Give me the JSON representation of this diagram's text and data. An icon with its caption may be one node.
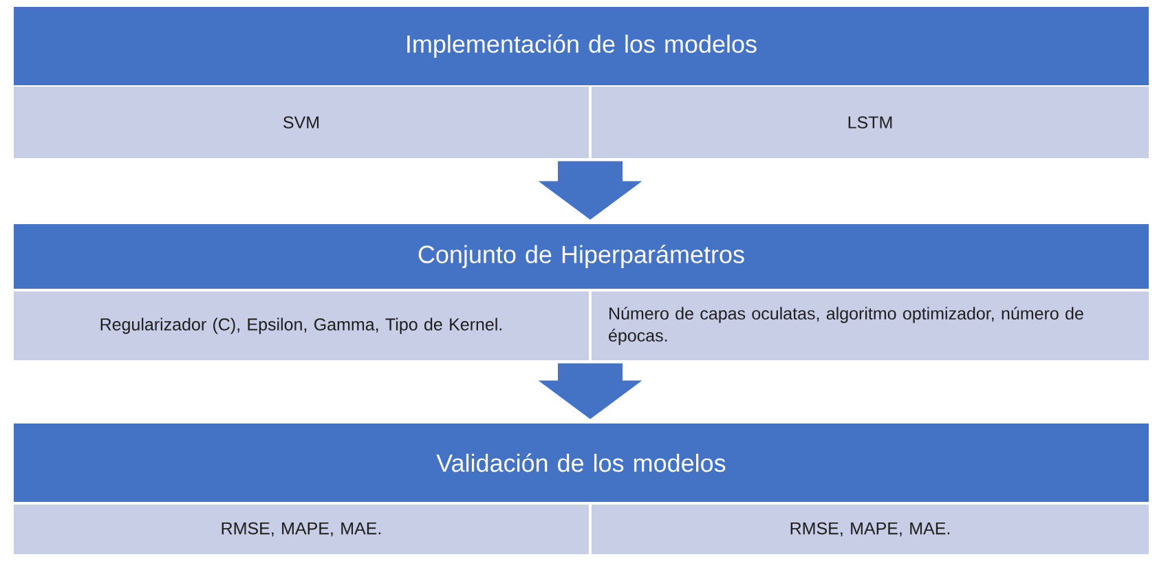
{
  "diagram": {
    "nodes": [
      {
        "text": [
          "Implementación de los modelos"
        ]
      },
      {
        "text": [
          "SVM"
        ]
      },
      {
        "text": [
          "LSTM"
        ]
      },
      {
        "text": [
          "Conjunto de Hiperparámetros"
        ]
      },
      {
        "text": [
          "Regularizador (C), Epsilon, Gamma, Tipo de Kernel."
        ]
      },
      {
        "text": [
          "Número de capas oculatas, algoritmo optimizador, número de épocas."
        ]
      },
      {
        "text": [
          "Validación de los modelos"
        ]
      },
      {
        "text": [
          "RMSE, MAPE, MAE."
        ]
      },
      {
        "text": [
          "RMSE, MAPE, MAE."
        ]
      }
    ],
    "edges": [
      {
        "from": 1,
        "to": 3,
        "arrow": "to"
      },
      {
        "from": 2,
        "to": 3,
        "arrow": "to"
      },
      {
        "from": 4,
        "to": 6,
        "arrow": "to"
      },
      {
        "from": 5,
        "to": 6,
        "arrow": "to"
      }
    ]
  }
}
